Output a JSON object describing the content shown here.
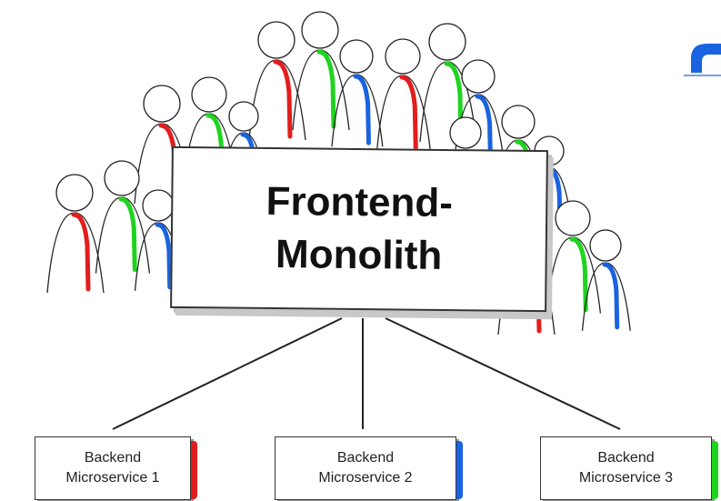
{
  "diagram": {
    "monolith": {
      "line1": "Frontend-",
      "line2": "Monolith"
    },
    "services": [
      {
        "line1": "Backend",
        "line2": "Microservice 1",
        "color": "#e31d1d"
      },
      {
        "line1": "Backend",
        "line2": "Microservice 2",
        "color": "#1a63e0"
      },
      {
        "line1": "Backend",
        "line2": "Microservice 3",
        "color": "#1fd41f"
      }
    ],
    "team_colors": {
      "red": "#e31d1d",
      "green": "#1fd41f",
      "blue": "#1a63e0"
    },
    "corner_logo": {
      "icon": "arch-logo-icon",
      "color": "#1a63e0"
    }
  }
}
